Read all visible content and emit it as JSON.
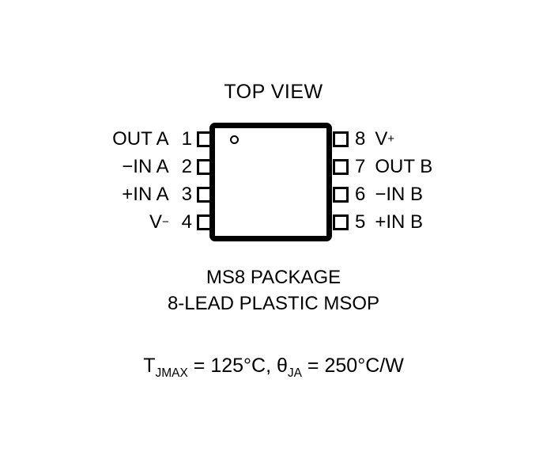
{
  "diagram": {
    "title": "TOP VIEW",
    "package_caption_line1": "MS8 PACKAGE",
    "package_caption_line2": "8-LEAD PLASTIC MSOP",
    "pin1_indicator": "pin-1-dot",
    "thermal": {
      "t_symbol": "T",
      "t_subscript": "JMAX",
      "t_equals": " = ",
      "t_value": "125°C,",
      "theta_symbol": "θ",
      "theta_subscript": "JA",
      "theta_equals": " = ",
      "theta_value": "250°C/W"
    },
    "pins_left": [
      {
        "number": "1",
        "name": "OUT A",
        "sup": ""
      },
      {
        "number": "2",
        "name": "−IN A",
        "sup": ""
      },
      {
        "number": "3",
        "name": "+IN A",
        "sup": ""
      },
      {
        "number": "4",
        "name": "V",
        "sup": "−"
      }
    ],
    "pins_right": [
      {
        "number": "8",
        "name": "V",
        "sup": "+"
      },
      {
        "number": "7",
        "name": "OUT B",
        "sup": ""
      },
      {
        "number": "6",
        "name": "−IN B",
        "sup": ""
      },
      {
        "number": "5",
        "name": "+IN B",
        "sup": ""
      }
    ],
    "colors": {
      "background": "#ffffff",
      "ink": "#000000"
    }
  }
}
